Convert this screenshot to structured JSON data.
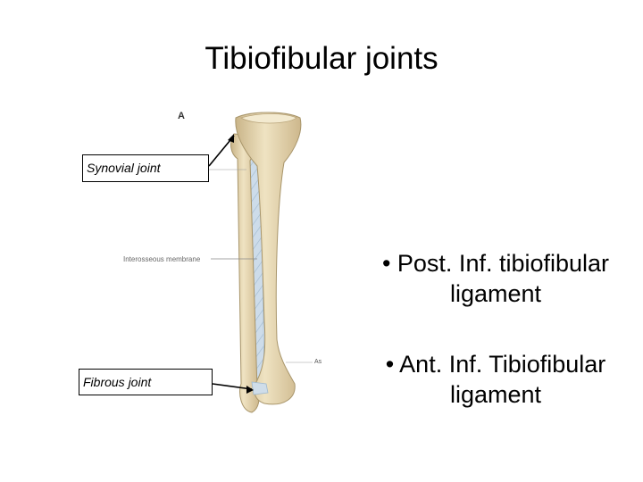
{
  "slide": {
    "title": "Tibiofibular joints",
    "figure_letter": "A",
    "labels": {
      "synovial": "Synovial joint",
      "fibrous": "Fibrous joint",
      "interosseous": "Interosseous membrane",
      "figure_mark": "As"
    },
    "bullets": [
      {
        "text": "• Post. Inf. tibiofibular ligament"
      },
      {
        "text": "• Ant. Inf. Tibiofibular ligament"
      }
    ],
    "colors": {
      "bone": "#e6d8b4",
      "bone_shadow": "#c9b488",
      "membrane": "#b9cfe0",
      "outline": "#a8956a"
    }
  }
}
